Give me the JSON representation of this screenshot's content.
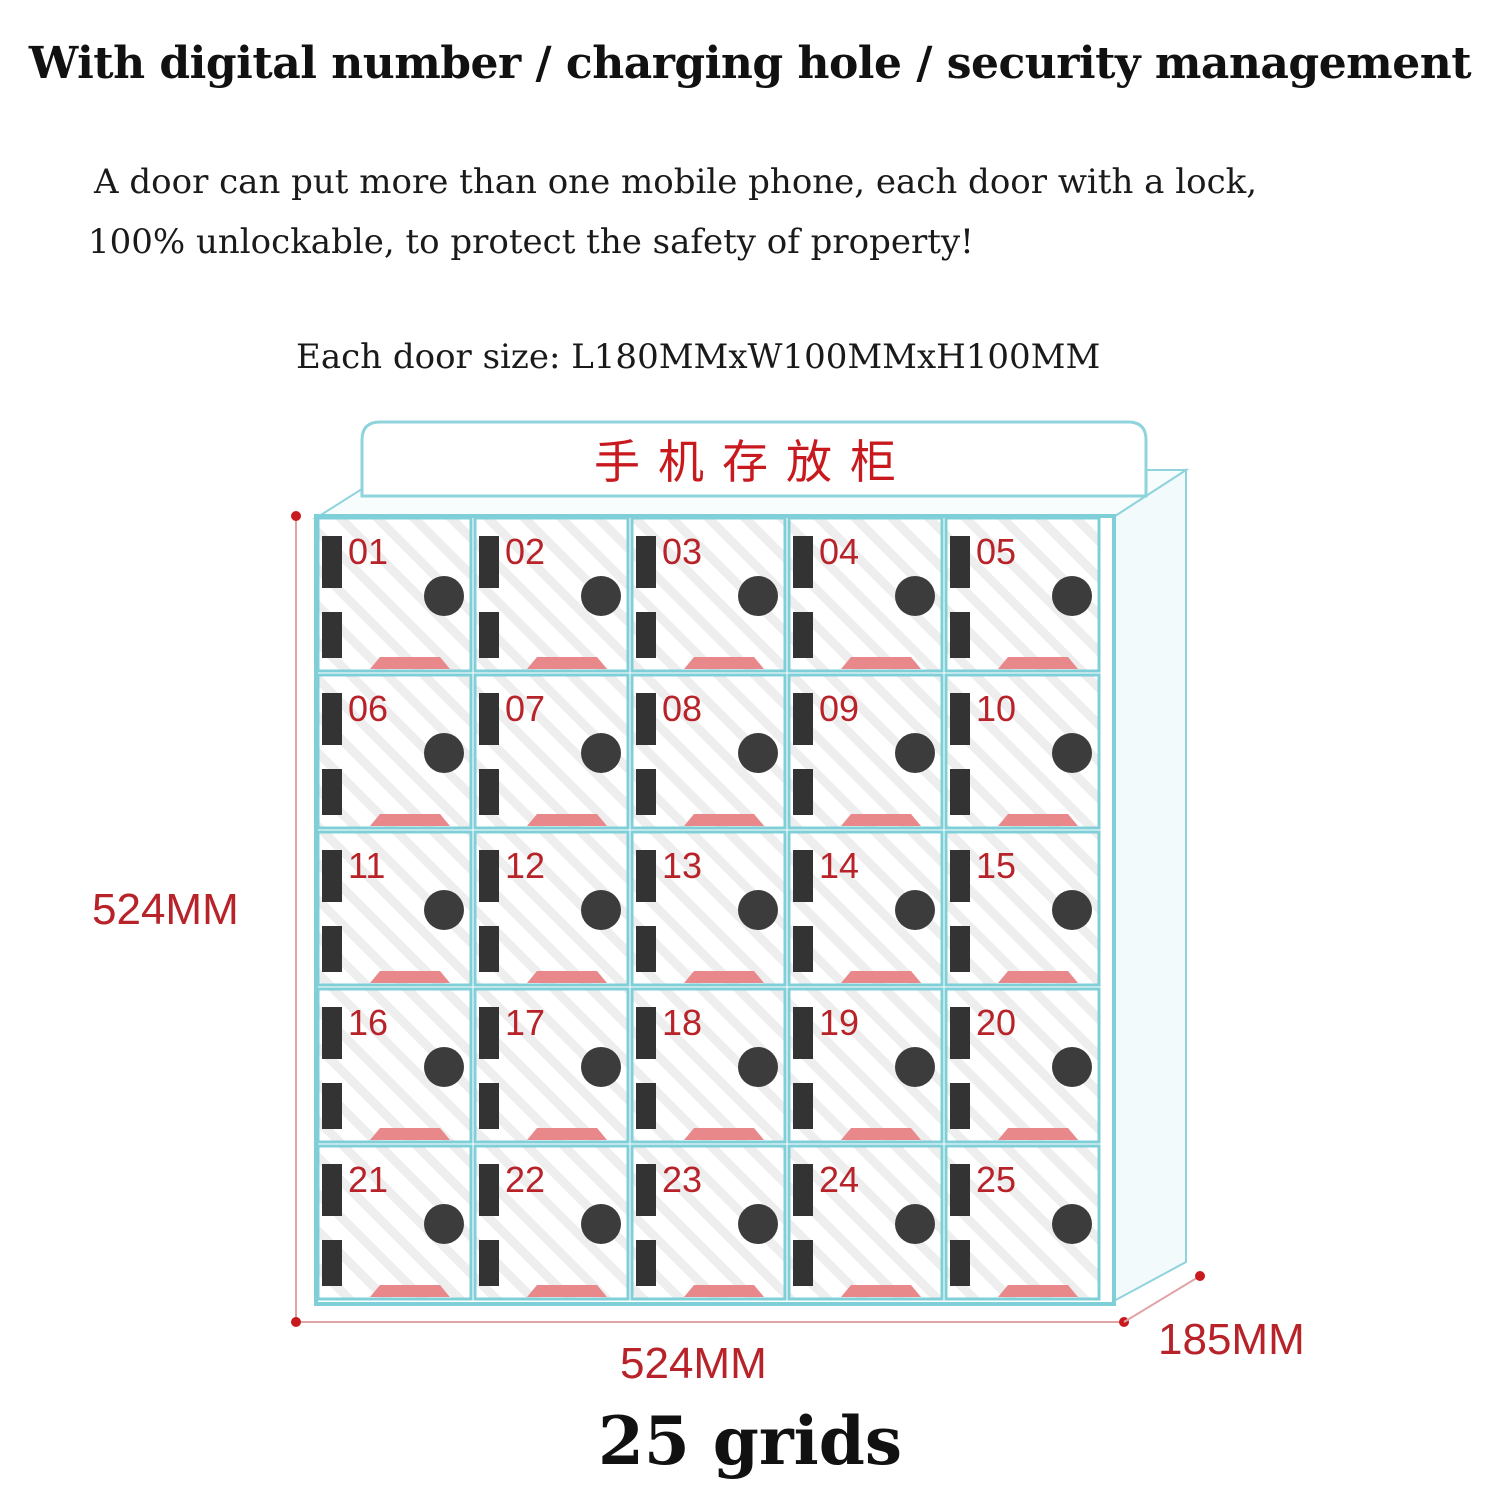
{
  "headline": "With digital number / charging hole / security management",
  "description": {
    "line1": "A door can put more than one mobile phone, each door with a lock,",
    "line2": "100% unlockable, to protect the safety of property!"
  },
  "door_size": "Each door size: L180MMxW100MMxH100MM",
  "cabinet": {
    "sign": "手机存放柜",
    "rows": 5,
    "columns": 5,
    "doors": [
      "01",
      "02",
      "03",
      "04",
      "05",
      "06",
      "07",
      "08",
      "09",
      "10",
      "11",
      "12",
      "13",
      "14",
      "15",
      "16",
      "17",
      "18",
      "19",
      "20",
      "21",
      "22",
      "23",
      "24",
      "25"
    ],
    "frame_color": "#7fcfd8",
    "accent_color": "#c8191e"
  },
  "dimensions": {
    "height": "524MM",
    "width": "524MM",
    "depth": "185MM"
  },
  "grids_label": "25 grids"
}
